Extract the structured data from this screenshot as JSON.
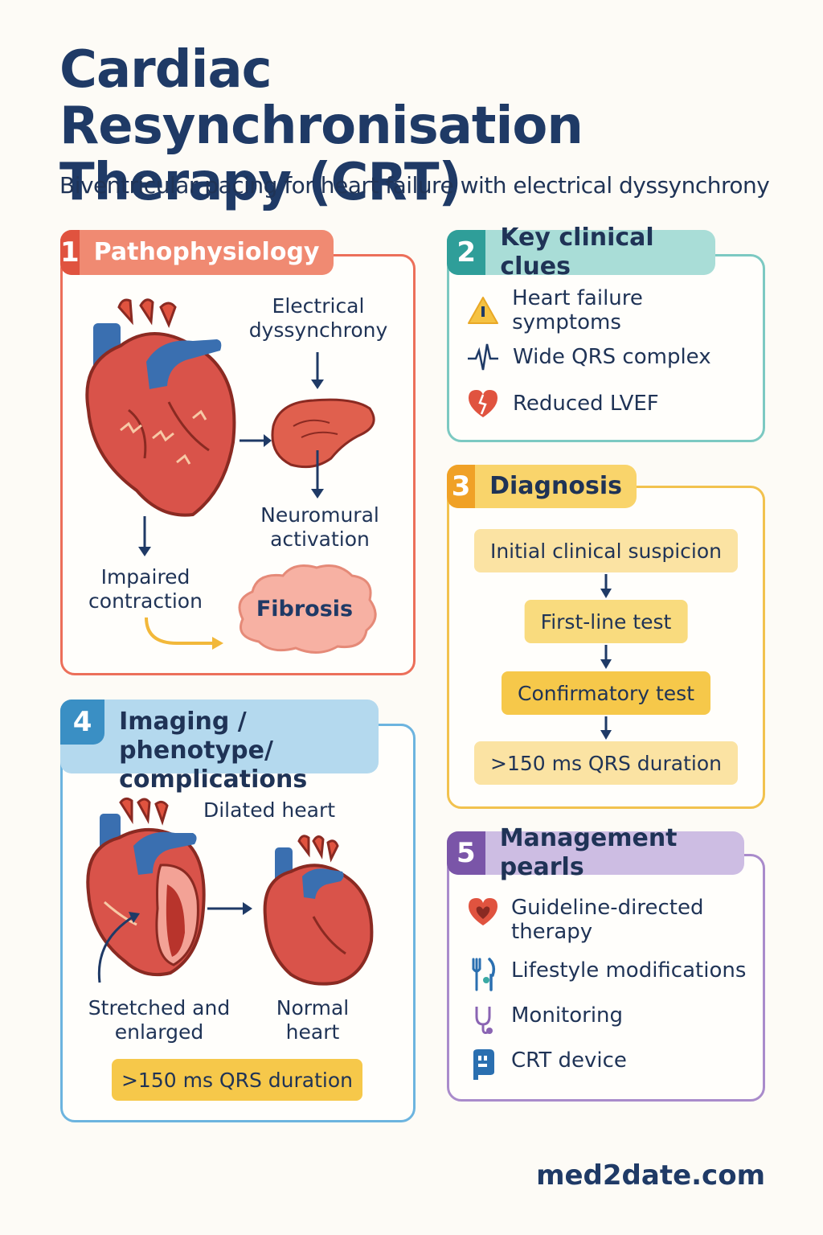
{
  "header": {
    "title": "Cardiac Resynchronisation Therapy (CRT)",
    "subtitle": "Biventricular pacing for heart failure with electrical dyssynchrony"
  },
  "colors": {
    "patho": "#ec6f5a",
    "clues": "#3aa9a4",
    "diagnosis": "#f2b83a",
    "imaging": "#3a8fc4",
    "management": "#8a64b3",
    "navy": "#1f3a66"
  },
  "pathophysiology": {
    "num": "1",
    "title": "Pathophysiology",
    "electrical": "Electrical dyssynchrony",
    "neuro": "Neuromural activation",
    "impaired": "Impaired contraction",
    "fibrosis": "Fibrosis"
  },
  "clues": {
    "num": "2",
    "title": "Key clinical clues",
    "items": [
      {
        "icon": "warning-icon",
        "label": "Heart failure symptoms"
      },
      {
        "icon": "ecg-icon",
        "label": "Wide QRS complex"
      },
      {
        "icon": "broken-heart-icon",
        "label": "Reduced LVEF"
      }
    ]
  },
  "diagnosis": {
    "num": "3",
    "title": "Diagnosis",
    "steps": [
      "Initial clinical suspicion",
      "First-line test",
      "Confirmatory test",
      ">150 ms QRS duration"
    ]
  },
  "imaging": {
    "num": "4",
    "title": "Imaging / phenotype/ complications",
    "dilated": "Dilated heart",
    "stretched": "Stretched and enlarged",
    "normal": "Normal heart",
    "qrs": ">150 ms QRS duration"
  },
  "management": {
    "num": "5",
    "title": "Management pearls",
    "items": [
      {
        "icon": "heart-icon",
        "label": "Guideline-directed therapy"
      },
      {
        "icon": "fork-knife-icon",
        "label": "Lifestyle modifications"
      },
      {
        "icon": "stethoscope-icon",
        "label": "Monitoring"
      },
      {
        "icon": "device-icon",
        "label": "CRT device"
      }
    ]
  },
  "footer": {
    "brand": "med2date.com"
  }
}
